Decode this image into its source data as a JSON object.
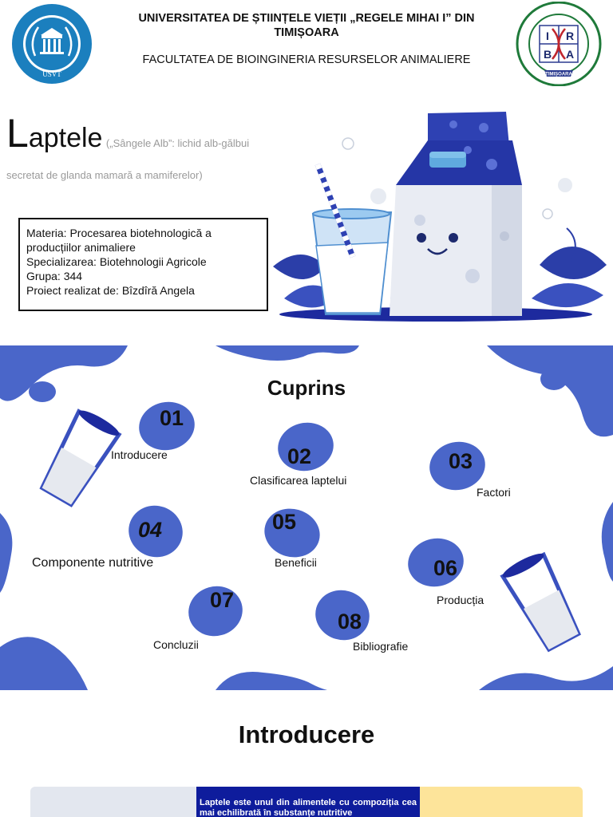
{
  "header": {
    "university": "UNIVERSITATEA DE ȘTIINȚELE VIEȚII „REGELE MIHAI I” DIN TIMIȘOARA",
    "faculty": "FACULTATEA DE BIOINGINERIA RESURSELOR ANIMALIERE",
    "logo_left_text": "USVT",
    "logo_right_letters": [
      "I",
      "R",
      "B",
      "A"
    ],
    "logo_right_text": "TIMIȘOARA"
  },
  "hero": {
    "title_initial": "L",
    "title_rest": "aptele",
    "subtitle_part1": "(„Sângele Alb”: lichid alb-gălbui",
    "subtitle_part2": "secretat de glanda mamară a mamiferelor)"
  },
  "info": {
    "line1": "Materia: Procesarea biotehnologică a producțiilor animaliere",
    "line2": "Specializarea: Biotehnologii Agricole",
    "line3": "Grupa: 344",
    "line4": "Proiect realizat de: Bîzdîră Angela"
  },
  "cuprins": {
    "title": "Cuprins",
    "items": [
      {
        "num": "01",
        "label": "Introducere"
      },
      {
        "num": "02",
        "label": "Clasificarea laptelui"
      },
      {
        "num": "03",
        "label": "Factori"
      },
      {
        "num": "04",
        "label": "Componente nutritive"
      },
      {
        "num": "05",
        "label": "Beneficii"
      },
      {
        "num": "06",
        "label": "Producția"
      },
      {
        "num": "07",
        "label": "Concluzii"
      },
      {
        "num": "08",
        "label": "Bibliografie"
      }
    ]
  },
  "intro": {
    "title": "Introducere",
    "text": "Laptele este unul din alimentele cu compoziția cea mai echilibrată în substanțe nutritive"
  },
  "colors": {
    "accent_blue": "#4a66c9",
    "dark_blue": "#1d2a9e",
    "navy": "#0e1c9c",
    "light_blue": "#d9e4f7",
    "yellow": "#fde49a"
  }
}
